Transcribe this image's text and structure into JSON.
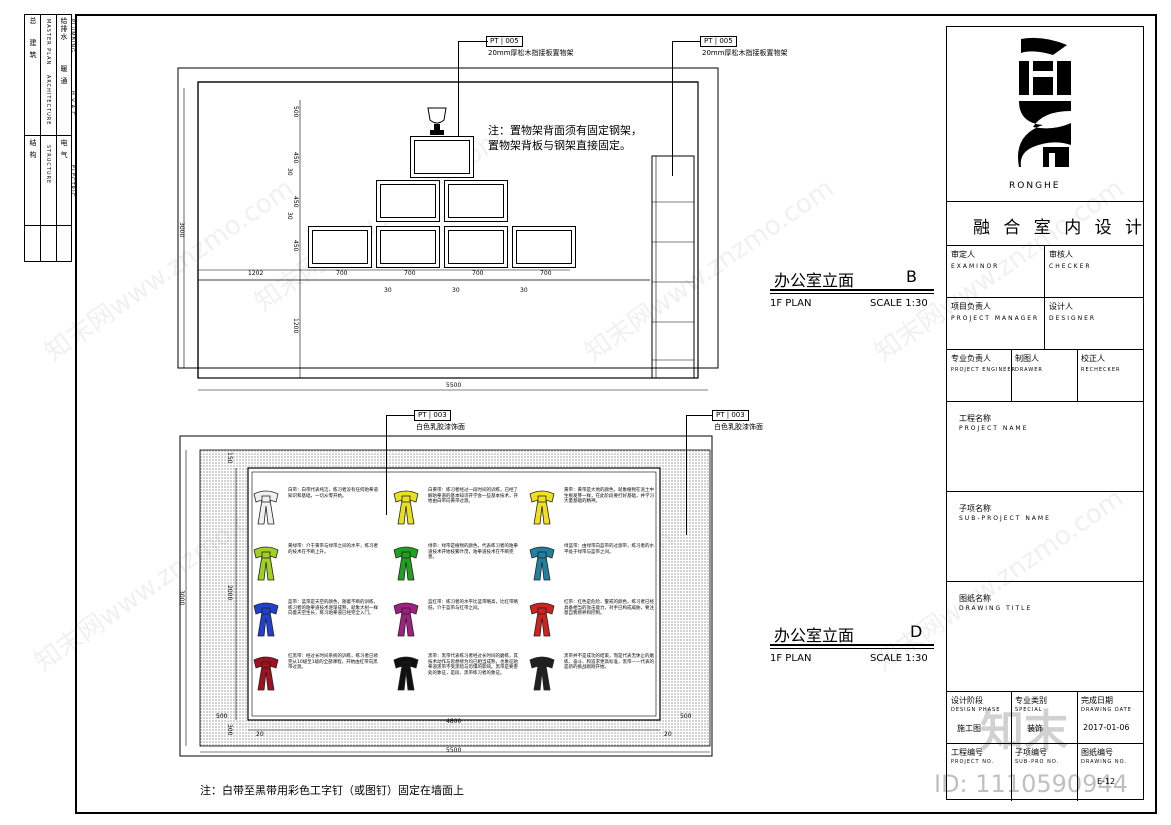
{
  "left_strip": {
    "col1": [
      "总",
      "建",
      "筑",
      "结",
      "构"
    ],
    "col1_en": [
      "MASTER PLAN",
      "ARCHITECTURE",
      "STRUCTURE"
    ],
    "col2": [
      "给排水",
      "暖",
      "通",
      "电",
      "气"
    ],
    "col2_en": [
      "PLUMBING",
      "H.V.A.C.",
      "ELECTRIC"
    ]
  },
  "section_b": {
    "title": "办公室立面",
    "letter": "B",
    "plan": "1F PLAN",
    "scale": "SCALE 1:30",
    "tag1_code": "PT",
    "tag1_num": "005",
    "tag1_text": "20mm厚松木指接板置物架",
    "tag2_code": "PT",
    "tag2_num": "005",
    "tag2_text": "20mm厚松木指接板置物架",
    "note_line1": "注：置物架背面须有固定钢架，",
    "note_line2": "置物架背板与钢架直接固定。",
    "dims": {
      "d500": "500",
      "d450a": "450",
      "d30a": "30",
      "d450b": "450",
      "d30b": "30",
      "d450c": "450",
      "d3000": "3000",
      "d1202": "1202",
      "d700a": "700",
      "d700b": "700",
      "d700c": "700",
      "d700d": "700",
      "d30c": "30",
      "d30d": "30",
      "d30e": "30",
      "d1200": "1200",
      "d5500": "5500"
    }
  },
  "section_d": {
    "title": "办公室立面",
    "letter": "D",
    "plan": "1F PLAN",
    "scale": "SCALE 1:30",
    "tag1_code": "PT",
    "tag1_num": "003",
    "tag1_text": "白色乳胶漆饰面",
    "tag2_code": "PT",
    "tag2_num": "003",
    "tag2_text": "白色乳胶漆饰面",
    "bottom_note": "注：白带至黑带用彩色工字钉（或图钉）固定在墙面上",
    "dims": {
      "d150": "150",
      "d3000": "3000",
      "d2000": "2000",
      "d500l": "500",
      "d500r": "500",
      "d4800": "4800",
      "d5500": "5500",
      "d20a": "20",
      "d20b": "20",
      "d300": "300"
    },
    "belts": [
      {
        "color": "#f0f0f0",
        "text": "白带：白带代表纯洁，练习者没有任何跆拳道知识和基础，一切从零开始。"
      },
      {
        "color": "#e8e020",
        "text": "白黄带：练习者经过一段时间的训练，已经了解跆拳道的基本知识开学会一些基本技术，开始由白带向黄带过渡。"
      },
      {
        "color": "#f0e020",
        "text": "黄带：黄带是大地的颜色，就象植物在泥土中生根发芽一样，在此阶段要打好基础，并学习大量基础的精神。"
      },
      {
        "color": "#a0d020",
        "text": "黄绿带：介于黄带与绿带之间的水平，练习者的技术在不断上升。"
      },
      {
        "color": "#20a020",
        "text": "绿带：绿带是植物的颜色，代表练习者的跆拳道技术开始枝繁叶茂，跆拳道技术在不断完善。"
      },
      {
        "color": "#2080a0",
        "text": "绿蓝带：由绿带向蓝带的过渡带，练习者的水平处于绿带与蓝带之间。"
      },
      {
        "color": "#2040d0",
        "text": "蓝带：蓝带是天空的颜色，随着不断的训练，练习者的跆拳道技术逐渐成熟，就象大树一样向着天空生长，练习跆拳道已经完全入门。"
      },
      {
        "color": "#a02080",
        "text": "蓝红带：练习者的水平比蓝带略高，比红带略低，介于蓝带与红带之间。"
      },
      {
        "color": "#d02020",
        "text": "红带：红色是危险、警戒的颜色，练习者已经具备相当的攻击能力，对手已构成威胁，要注意自我修养和控制。"
      },
      {
        "color": "#a01020",
        "text": "红黑带：经过长时间系统的训练，练习者已修完从10级至1级的全部课程，开始由红带向黑带过渡。"
      },
      {
        "color": "#101010",
        "text": "黑带：黑带代表练习者经过长时间的磨练，其技术动作与思想修为均已相当成熟，也象征跆拳道黑带不受黑暗与恐惧的影响。黑带是要害处的象征，是段、黑带练习者的象征。"
      },
      {
        "color": "#202020",
        "text": "黑带并不是成功的结束，而是代表无休止的磨练、奋斗、和追求更高标准，黑带——代表的是新的挑战刚刚开始。"
      }
    ]
  },
  "title_block": {
    "logo_text": "RONGHE",
    "company": "融 合 室 内 设 计",
    "examinor_cn": "审定人",
    "examinor_en": "EXAMINOR",
    "checker_cn": "审核人",
    "checker_en": "CHECKER",
    "pm_cn": "项目负责人",
    "pm_en": "PROJECT MANAGER",
    "designer_cn": "设计人",
    "designer_en": "DESIGNER",
    "pe_cn": "专业负责人",
    "pe_en": "PROJECT ENGINEER",
    "drawer_cn": "制图人",
    "drawer_en": "DRAWER",
    "rechecker_cn": "校正人",
    "rechecker_en": "RECHECKER",
    "project_cn": "工程名称",
    "project_en": "PROJECT NAME",
    "subproject_cn": "子项名称",
    "subproject_en": "SUB-PROJECT NAME",
    "drawing_cn": "图纸名称",
    "drawing_en": "DRAWING TITLE",
    "phase_cn": "设计阶段",
    "phase_en": "DESIGN PHASE",
    "phase_val": "施工图",
    "type_cn": "专业类别",
    "type_en": "SPECIAL",
    "type_val": "装饰",
    "date_cn": "完成日期",
    "date_en": "DRAWING DATE",
    "date_val": "2017-01-06",
    "projno_cn": "工程编号",
    "projno_en": "PROJECT NO.",
    "subno_cn": "子项编号",
    "subno_en": "SUB-PRO NO.",
    "drawno_cn": "图纸编号",
    "drawno_en": "DRAWING NO.",
    "drawno_val": "E-12"
  },
  "watermark": {
    "text": "知末网www.znzmo.com",
    "id_text": "ID: 1110590944",
    "brand": "知末"
  }
}
